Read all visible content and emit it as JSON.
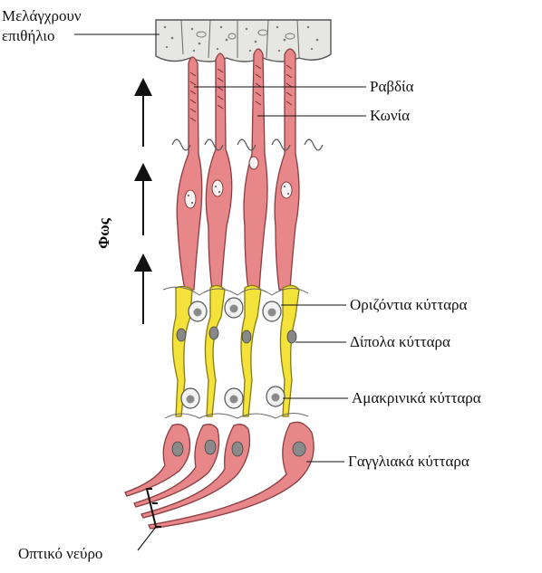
{
  "labels": {
    "pigment_epithelium": [
      "Μελάγχρουν",
      "επιθήλιο"
    ],
    "rods": "Ραβδία",
    "cones": "Κωνία",
    "light": "Φως",
    "horizontal_cells": "Οριζόντια κύτταρα",
    "bipolar_cells": "Δίπολα κύτταρα",
    "amacrine_cells": "Αμακρινικά κύτταρα",
    "ganglion_cells": "Γαγγλιακά κύτταρα",
    "optic_nerve": "Οπτικό νεύρο"
  },
  "colors": {
    "photoreceptor": "#e8878a",
    "photoreceptor_outline": "#8a3c3f",
    "bipolar": "#f3e23a",
    "bipolar_outline": "#8a7a10",
    "horizontal_cell": "#f2f2f2",
    "nucleus": "#9a9a9a",
    "epithelium": "#e6e6e2",
    "ink": "#111111"
  },
  "icons": [
    "arrow-up-icon"
  ]
}
